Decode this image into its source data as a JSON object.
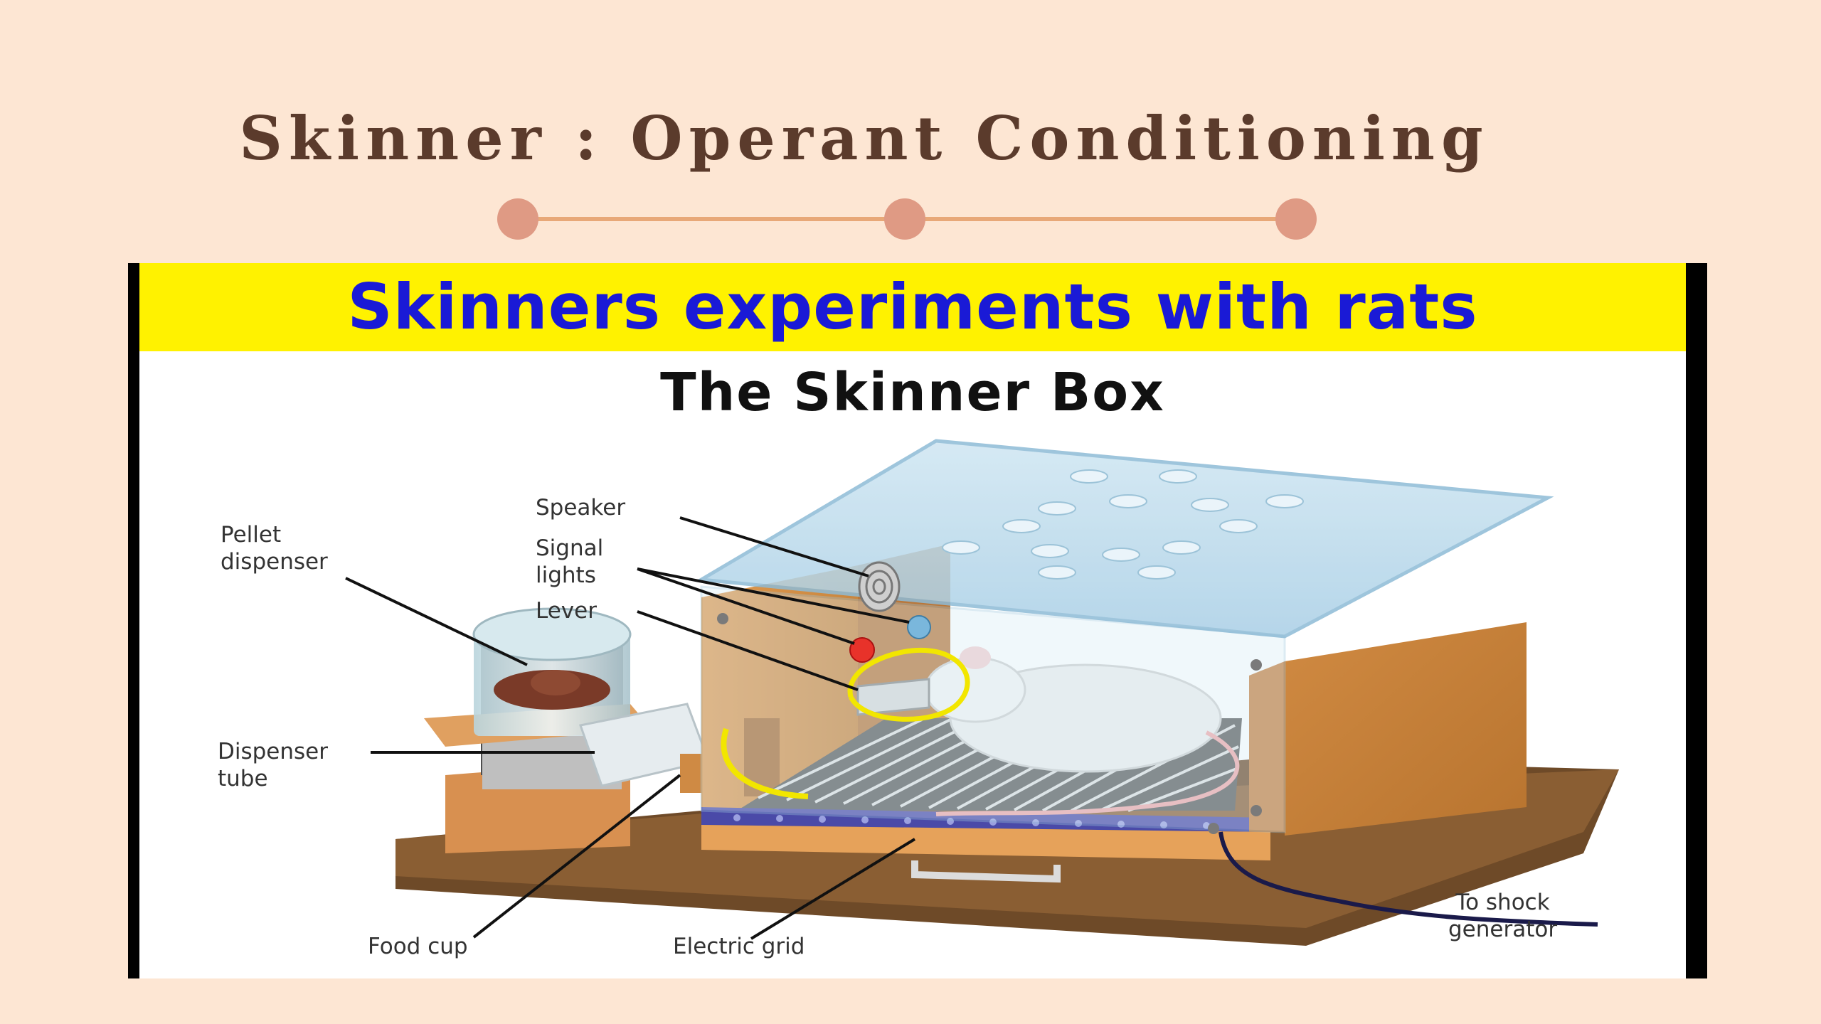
{
  "slide": {
    "title": "Skinner : Operant Conditioning"
  },
  "panel": {
    "banner": "Skinners experiments with rats",
    "subtitle": "The Skinner Box"
  },
  "labels": {
    "speaker": "Speaker",
    "signal_lights": "Signal\nlights",
    "lever": "Lever",
    "pellet_dispenser": "Pellet\ndispenser",
    "dispenser_tube": "Dispenser\ntube",
    "food_cup": "Food cup",
    "electric_grid": "Electric grid",
    "to_shock_generator": "To shock\ngenerator"
  },
  "colors": {
    "background": "#fde6d3",
    "title": "#5b3b2c",
    "divider_line": "#e8a878",
    "divider_dot": "#df9a84",
    "banner_bg": "#fff200",
    "banner_text": "#1a1ad6",
    "highlight": "#f2e600"
  }
}
